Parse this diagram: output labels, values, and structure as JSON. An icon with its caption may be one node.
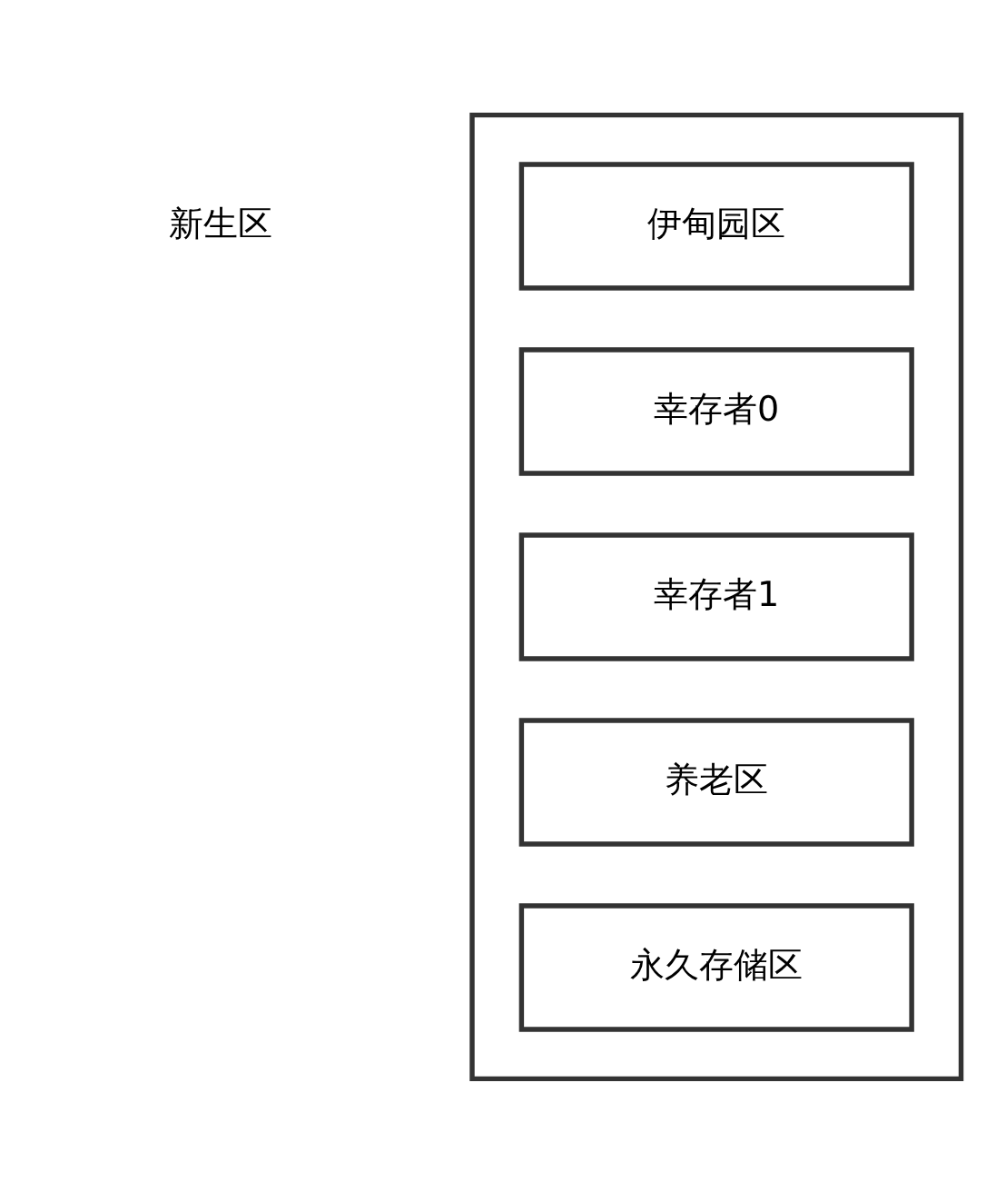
{
  "diagram": {
    "nodes": [
      {
        "text": [],
        "shape": "box"
      },
      {
        "text": [
          "伊甸园区"
        ],
        "in": 0
      },
      {
        "text": [
          "幸存者0"
        ],
        "in": 0
      },
      {
        "text": [
          "幸存者1"
        ],
        "in": 0
      },
      {
        "text": [
          "养老区"
        ],
        "in": 0
      },
      {
        "text": [
          "永久存储区"
        ],
        "in": 0
      }
    ],
    "edges": [],
    "labels": [
      "新生区"
    ]
  }
}
